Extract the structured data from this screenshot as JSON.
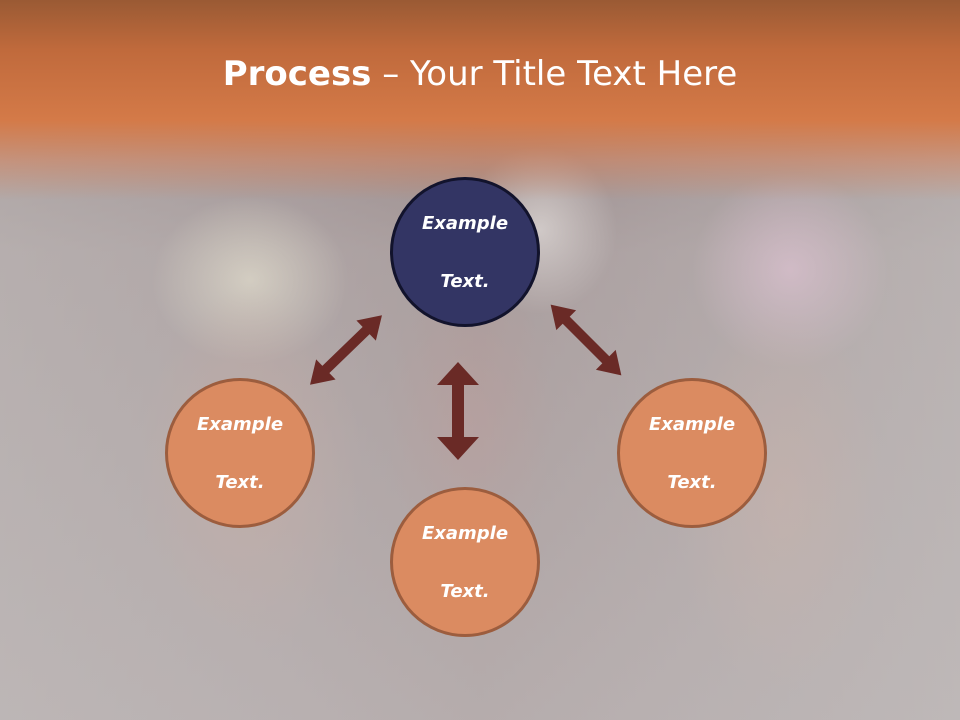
{
  "slide": {
    "title_bold": "Process",
    "title_rest": " – Your Title Text Here"
  },
  "nodes": {
    "top": {
      "line1": "Example",
      "line2": "Text."
    },
    "left": {
      "line1": "Example",
      "line2": "Text."
    },
    "bottom": {
      "line1": "Example",
      "line2": "Text."
    },
    "right": {
      "line1": "Example",
      "line2": "Text."
    }
  },
  "colors": {
    "header": "#d47a48",
    "top_circle": "#333564",
    "orange_circle": "#db8b61",
    "arrow": "#6a2a26"
  }
}
